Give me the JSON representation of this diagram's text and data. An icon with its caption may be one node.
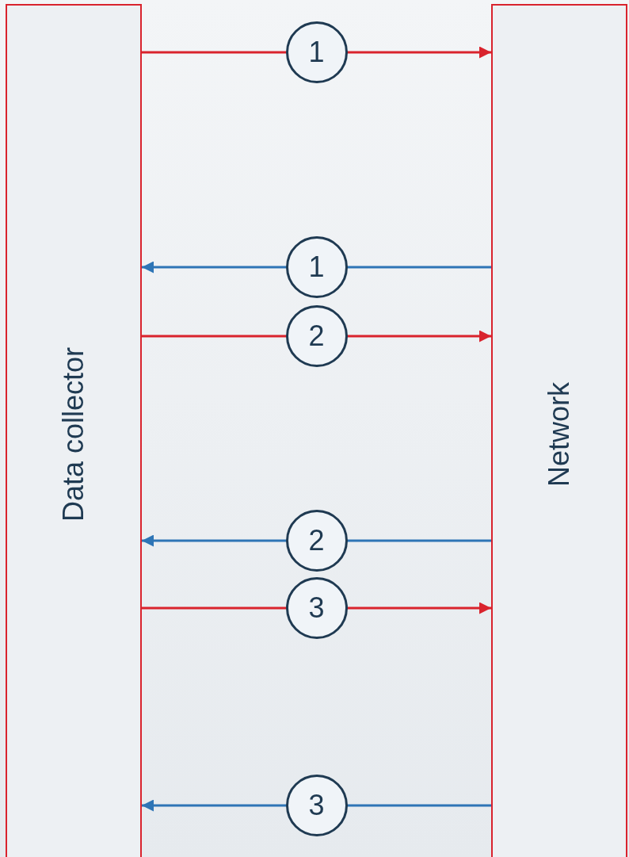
{
  "diagram": {
    "nodes": [
      {
        "text": [
          "Data collector"
        ]
      },
      {
        "text": [
          "Network"
        ]
      }
    ],
    "edges": [
      {
        "from": 0,
        "to": 1,
        "arrow": "to",
        "label": "1",
        "color": "#d9232d"
      },
      {
        "from": 1,
        "to": 0,
        "arrow": "to",
        "label": "1",
        "color": "#2e75b6"
      },
      {
        "from": 0,
        "to": 1,
        "arrow": "to",
        "label": "2",
        "color": "#d9232d"
      },
      {
        "from": 1,
        "to": 0,
        "arrow": "to",
        "label": "2",
        "color": "#2e75b6"
      },
      {
        "from": 0,
        "to": 1,
        "arrow": "to",
        "label": "3",
        "color": "#d9232d"
      },
      {
        "from": 1,
        "to": 0,
        "arrow": "to",
        "label": "3",
        "color": "#2e75b6"
      }
    ]
  }
}
